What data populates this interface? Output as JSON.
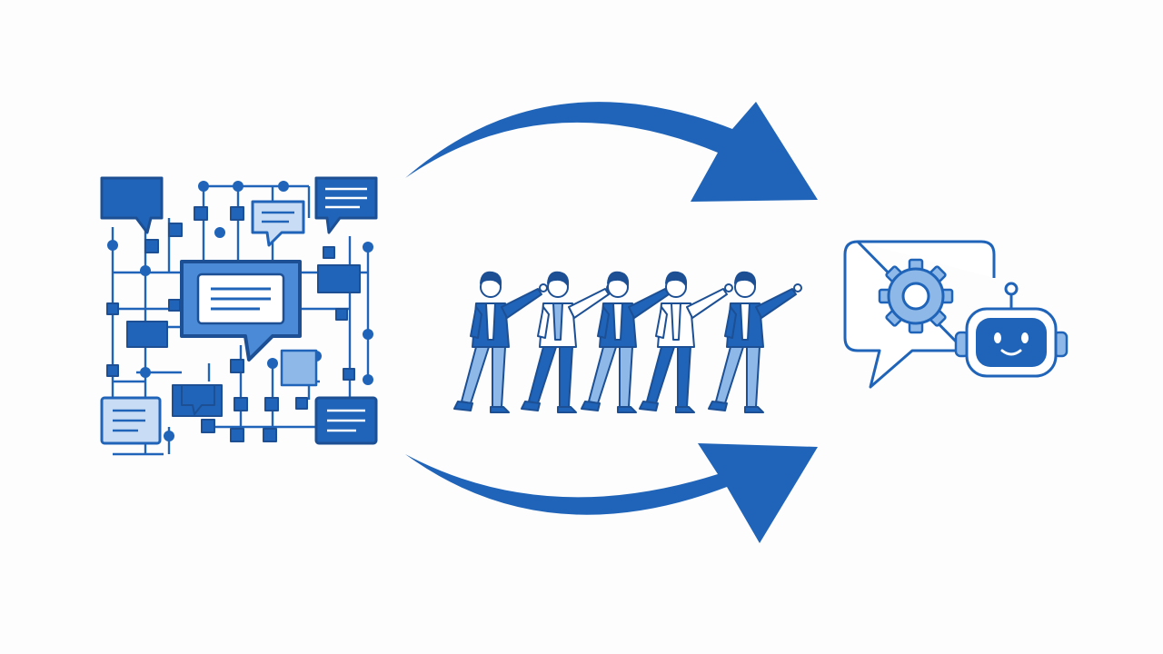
{
  "colors": {
    "primary": "#1f64b8",
    "dark": "#1c4f94",
    "light": "#8db8e8",
    "pale": "#c8ddf5",
    "mid": "#4a8ad6",
    "background": "#fdfdfd"
  },
  "icons": {
    "source": "conversation-network-icon",
    "people": "team-walking-icon",
    "target": "chatbot-assistant-icon",
    "arrow_top": "curved-arrow-right-icon",
    "arrow_bottom": "curved-arrow-right-icon",
    "gear": "gear-icon",
    "robot": "robot-icon"
  },
  "people": [
    {
      "name": "person-1",
      "coat": "#1f64b8",
      "pants": "#8db8e8",
      "shirt": "#ffffff"
    },
    {
      "name": "person-2",
      "coat": "#ffffff",
      "pants": "#1f64b8",
      "shirt": "#8db8e8"
    },
    {
      "name": "person-3",
      "coat": "#1f64b8",
      "pants": "#8db8e8",
      "shirt": "#ffffff"
    },
    {
      "name": "person-4",
      "coat": "#ffffff",
      "pants": "#1f64b8",
      "shirt": "#ffffff"
    },
    {
      "name": "person-5",
      "coat": "#1f64b8",
      "pants": "#8db8e8",
      "shirt": "#ffffff"
    }
  ]
}
